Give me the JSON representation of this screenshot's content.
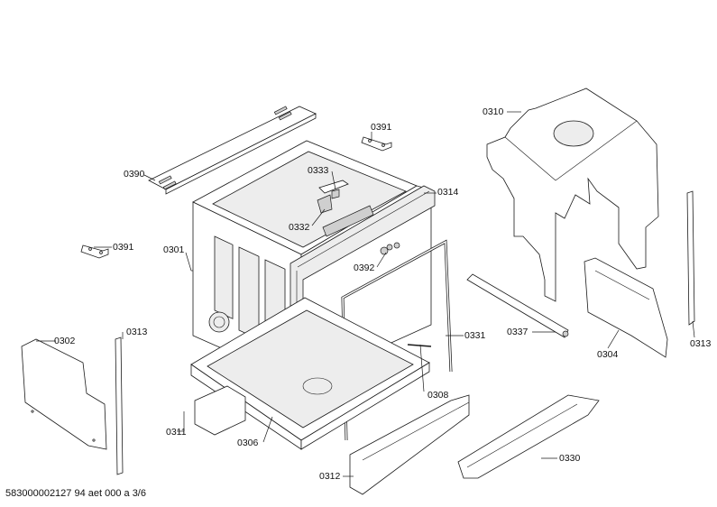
{
  "diagram": {
    "callouts": {
      "p0390": "0390",
      "p0391a": "0391",
      "p0391b": "0391",
      "p0333": "0333",
      "p0332": "0332",
      "p0314": "0314",
      "p0301": "0301",
      "p0392": "0392",
      "p0310": "0310",
      "p0302": "0302",
      "p0313a": "0313",
      "p0313b": "0313",
      "p0331": "0331",
      "p0337": "0337",
      "p0304": "0304",
      "p0308": "0308",
      "p0311": "0311",
      "p0306": "0306",
      "p0312": "0312",
      "p0330": "0330"
    },
    "footer": "583000002127 94 aet 000 a 3/6"
  }
}
